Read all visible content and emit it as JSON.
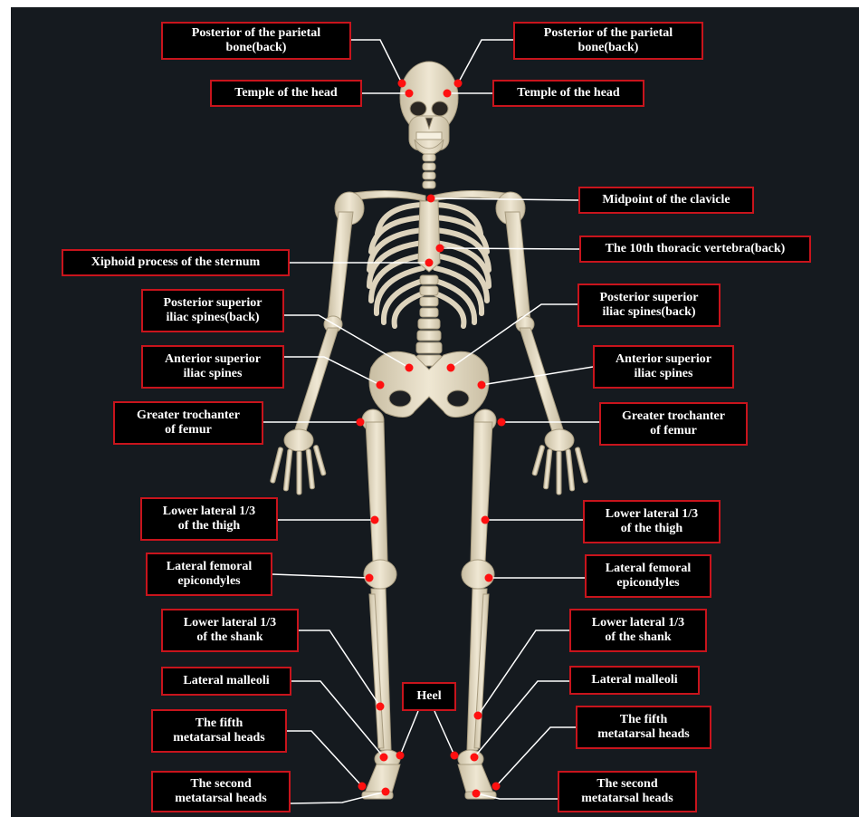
{
  "colors": {
    "background": "#151a1f",
    "bone": "#e8dfc9",
    "bone_shadow": "#b9ad92",
    "label_border": "#c8141c",
    "marker": "#ff1010",
    "leader": "#ffffff"
  },
  "labels": {
    "parietal_left": "Posterior of the parietal\nbone(back)",
    "parietal_right": "Posterior of the parietal\nbone(back)",
    "temple_left": "Temple of the head",
    "temple_right": "Temple of the head",
    "clavicle": "Midpoint of the clavicle",
    "thoracic": "The 10th thoracic vertebra(back)",
    "xiphoid": "Xiphoid process of the sternum",
    "psis_left": "Posterior superior\niliac spines(back)",
    "psis_right": "Posterior superior\niliac spines(back)",
    "asis_left": "Anterior superior\niliac spines",
    "asis_right": "Anterior superior\niliac spines",
    "trochanter_left": "Greater trochanter\nof femur",
    "trochanter_right": "Greater trochanter\nof femur",
    "thigh_left": "Lower lateral 1/3\nof the thigh",
    "thigh_right": "Lower lateral 1/3\nof the thigh",
    "epicondyle_left": "Lateral femoral\nepicondyles",
    "epicondyle_right": "Lateral femoral\nepicondyles",
    "shank_left": "Lower lateral 1/3\nof the shank",
    "shank_right": "Lower lateral 1/3\nof the shank",
    "malleoli_left": "Lateral malleoli",
    "malleoli_right": "Lateral malleoli",
    "heel": "Heel",
    "metatarsal5_left": "The fifth\nmetatarsal heads",
    "metatarsal5_right": "The fifth\nmetatarsal heads",
    "metatarsal2_left": "The second\nmetatarsal heads",
    "metatarsal2_right": "The second\nmetatarsal heads"
  }
}
